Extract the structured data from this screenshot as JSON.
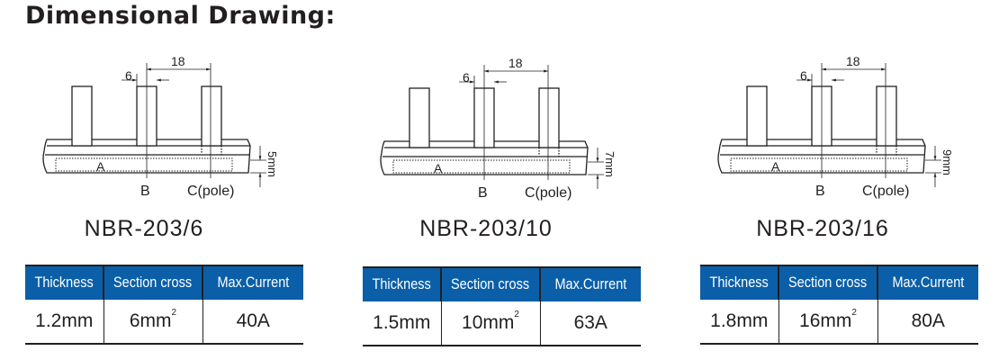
{
  "title": "Dimensional Drawing:",
  "drawing_labels": {
    "pitch": "18",
    "pin_width": "6",
    "a": "A",
    "b": "B",
    "c": "C(pole)"
  },
  "table_headers": [
    "Thickness",
    "Section cross",
    "Max.Current"
  ],
  "colors": {
    "header_blue": "#0a5fa8",
    "line": "#231f20"
  },
  "products": [
    {
      "model": "NBR-203/6",
      "height": "5mm",
      "thickness": "1.2mm",
      "section": "6mm",
      "section_exp": "2",
      "current": "40A"
    },
    {
      "model": "NBR-203/10",
      "height": "7mm",
      "thickness": "1.5mm",
      "section": "10mm",
      "section_exp": "2",
      "current": "63A"
    },
    {
      "model": "NBR-203/16",
      "height": "9mm",
      "thickness": "1.8mm",
      "section": "16mm",
      "section_exp": "2",
      "current": "80A"
    }
  ]
}
